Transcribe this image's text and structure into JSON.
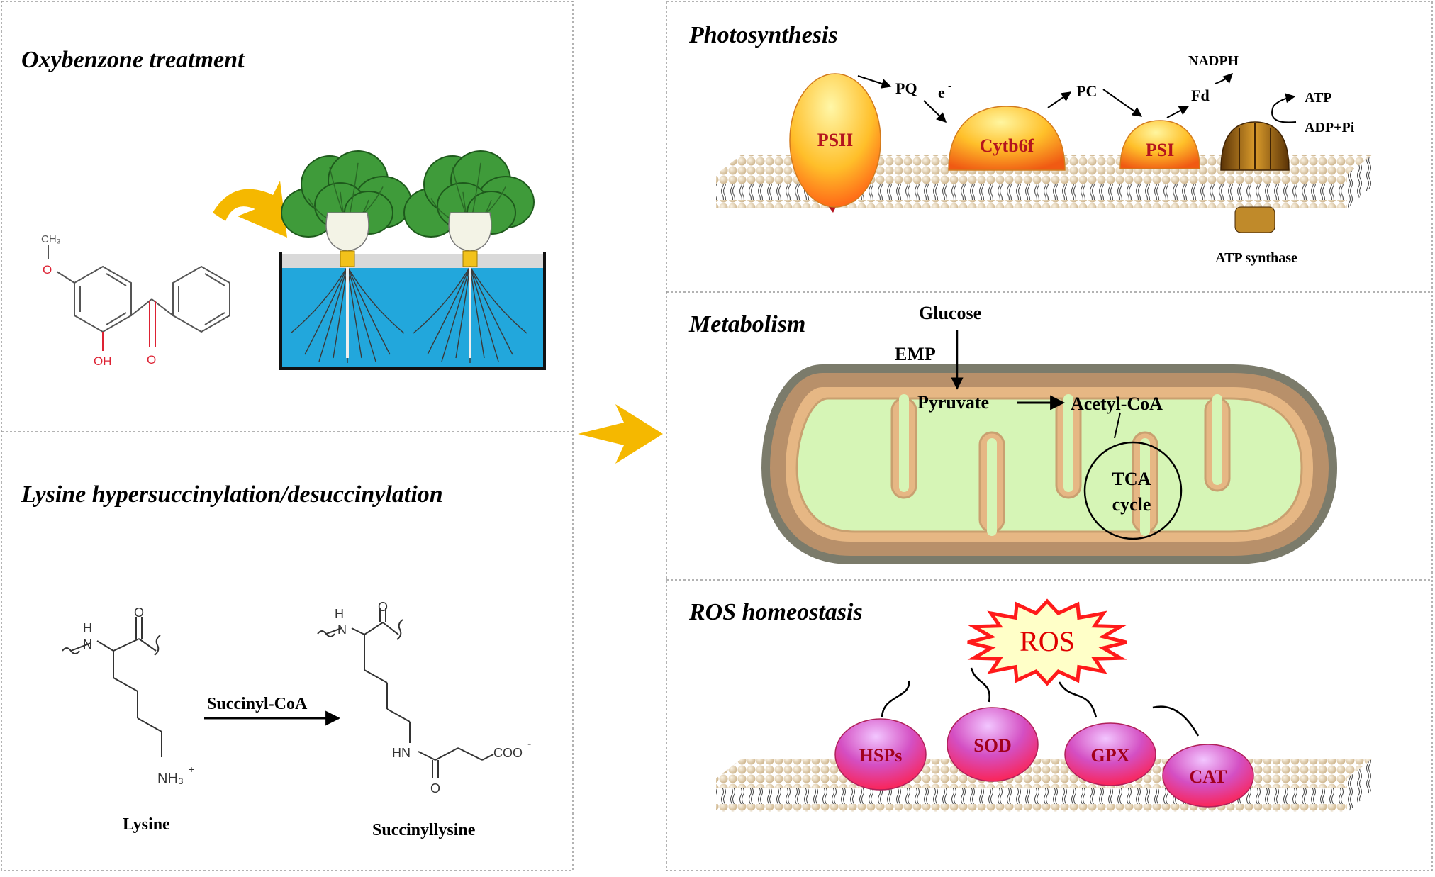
{
  "panels": {
    "treatment": {
      "title": "Oxybenzone treatment",
      "atoms": {
        "ch3": "CH₃",
        "o": "O",
        "oh": "OH",
        "carbonyl": "O"
      }
    },
    "succinylation": {
      "title": "Lysine hypersuccinylation/desuccinylation",
      "reagent": "Succinyl-CoA",
      "lysine_label": "Lysine",
      "succinyllysine_label": "Succinyllysine",
      "atoms": {
        "h": "H",
        "n": "N",
        "o": "O",
        "nh3": "NH₃",
        "plus": "+",
        "hn": "HN",
        "coo": "COO",
        "minus": "-",
        "o2": "O"
      }
    },
    "photosynthesis": {
      "title": "Photosynthesis",
      "complexes": {
        "psii": "PSII",
        "cytb6f": "Cytb6f",
        "psi": "PSI"
      },
      "carriers": {
        "pq": "PQ",
        "electron": "e",
        "electron_sup": "-",
        "pc": "PC",
        "fd": "Fd",
        "nadph": "NADPH",
        "atp": "ATP",
        "adp": "ADP+Pi"
      },
      "atp_synthase_label": "ATP synthase"
    },
    "metabolism": {
      "title": "Metabolism",
      "glucose": "Glucose",
      "emp": "EMP",
      "pyruvate": "Pyruvate",
      "acetyl_coa": "Acetyl-CoA",
      "tca_line1": "TCA",
      "tca_line2": "cycle"
    },
    "ros": {
      "title": "ROS homeostasis",
      "ros_label": "ROS",
      "enzymes": {
        "hsps": "HSPs",
        "sod": "SOD",
        "gpx": "GPX",
        "cat": "CAT"
      }
    }
  },
  "colors": {
    "panel_border": "#9a9a9a",
    "accent_arrow": "#f5b800",
    "membrane_head": "#e6d3b1",
    "water": "#22a7dc",
    "ros_burst": "#ff1a1a",
    "enzyme_fill": "#d1439b",
    "complex_fill": "#f7a21b",
    "mito_matrix": "#d6f5b6"
  }
}
